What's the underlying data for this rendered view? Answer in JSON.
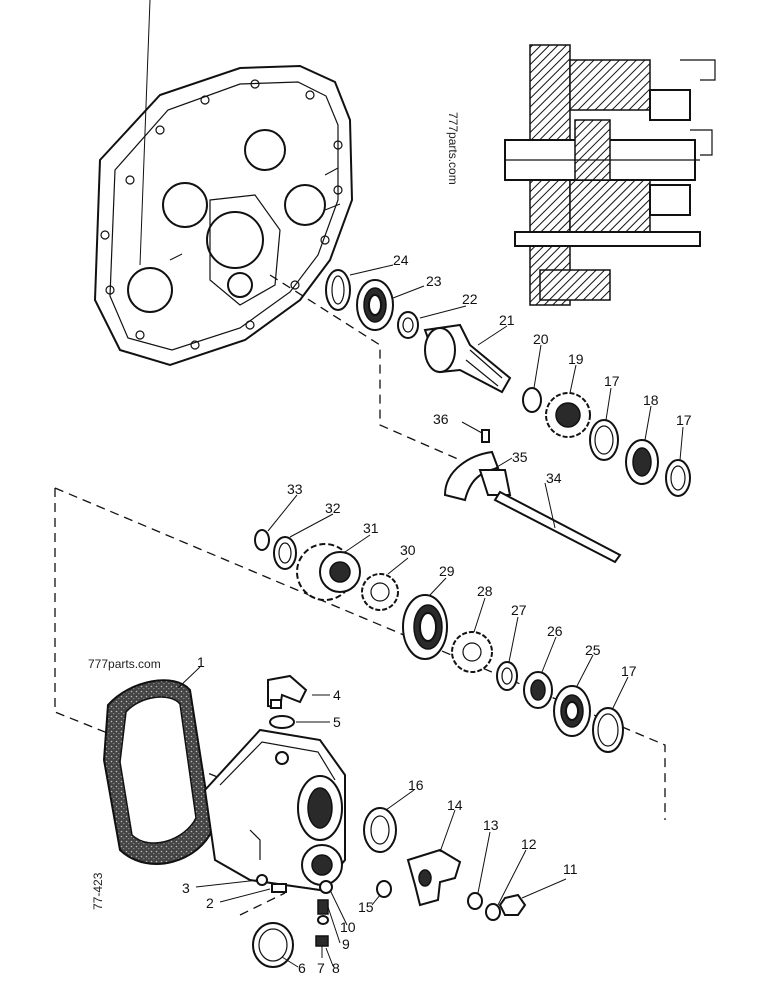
{
  "watermarks": {
    "top": "777parts.com",
    "left": "777parts.com",
    "code": "77-423"
  },
  "callouts": [
    "1",
    "2",
    "3",
    "4",
    "5",
    "6",
    "7",
    "8",
    "9",
    "10",
    "11",
    "12",
    "13",
    "14",
    "15",
    "16",
    "17",
    "17",
    "17",
    "18",
    "19",
    "20",
    "21",
    "22",
    "23",
    "24",
    "25",
    "26",
    "27",
    "28",
    "29",
    "30",
    "31",
    "32",
    "33",
    "34",
    "35",
    "36"
  ]
}
